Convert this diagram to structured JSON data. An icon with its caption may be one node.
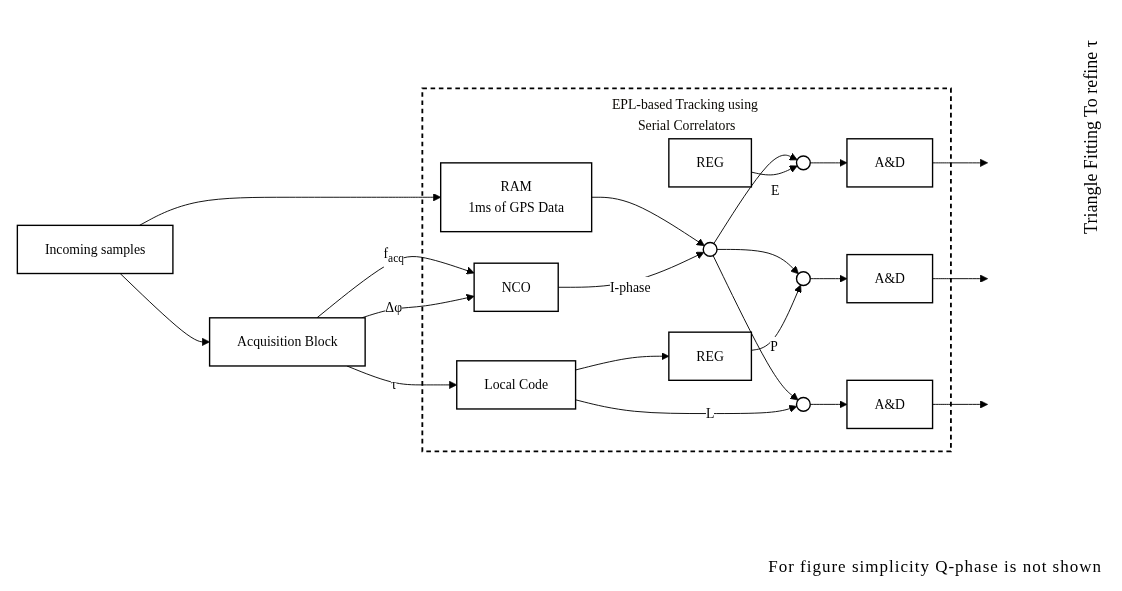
{
  "diagram": {
    "nodes": [
      {
        "text": [
          "EPL-based Tracking using Serial Correlators"
        ]
      },
      {
        "text": [
          "RAM",
          "1ms of GPS Data"
        ],
        "in": 0
      },
      {
        "text": [],
        "shape": "circle",
        "in": 0
      },
      {
        "text": [
          "NCO"
        ],
        "in": 0
      },
      {
        "text": [
          "Local Code"
        ],
        "in": 0
      },
      {
        "text": [],
        "shape": "circle",
        "in": 0
      },
      {
        "text": [],
        "shape": "circle",
        "in": 0
      },
      {
        "text": [],
        "shape": "circle",
        "in": 0
      },
      {
        "text": [
          "REG"
        ],
        "in": 0
      },
      {
        "text": [
          "REG"
        ],
        "in": 0
      },
      {
        "text": [
          "A&D"
        ],
        "in": 0
      },
      {
        "text": [
          "A&D"
        ],
        "in": 0
      },
      {
        "text": [
          "A&D"
        ],
        "in": 0
      },
      {
        "text": [
          "Incoming samples"
        ]
      },
      {
        "text": [
          "Acquisition Block"
        ]
      }
    ],
    "edges": [
      {
        "from": 13,
        "to": 1,
        "arrow": "to"
      },
      {
        "from": 13,
        "to": 14,
        "arrow": "to"
      },
      {
        "from": 1,
        "to": 2,
        "arrow": "to"
      },
      {
        "from": 3,
        "to": 2,
        "arrow": "to",
        "label": "I-phase"
      },
      {
        "from": 2,
        "to": 7,
        "arrow": "to"
      },
      {
        "from": 2,
        "to": 6,
        "arrow": "to"
      },
      {
        "from": 2,
        "to": 5,
        "arrow": "to"
      },
      {
        "from": 14,
        "to": 3,
        "arrow": "to",
        "label": "f$_{acq}$"
      },
      {
        "from": 14,
        "to": 3,
        "arrow": "to",
        "label": "Δφ"
      },
      {
        "from": 14,
        "to": 4,
        "arrow": "to",
        "label": "τ"
      },
      {
        "from": 4,
        "to": 8,
        "arrow": "to"
      },
      {
        "from": 4,
        "to": 5,
        "arrow": "to",
        "label": "L"
      },
      {
        "from": 8,
        "to": 6,
        "arrow": "to",
        "label": "P"
      },
      {
        "from": 9,
        "to": 7,
        "arrow": "to",
        "label": "E"
      },
      {
        "from": 7,
        "to": 10,
        "arrow": "to"
      },
      {
        "from": 6,
        "to": 11,
        "arrow": "to"
      },
      {
        "from": 5,
        "to": 12,
        "arrow": "to"
      },
      {
        "from": 10,
        "to": null,
        "arrow": "to"
      },
      {
        "from": 11,
        "to": null,
        "arrow": "to"
      },
      {
        "from": 12,
        "to": null,
        "arrow": "to"
      }
    ],
    "labels": [
      "Triangle Fitting To refine τ",
      "For figure simplicity Q-phase is not shown"
    ]
  }
}
